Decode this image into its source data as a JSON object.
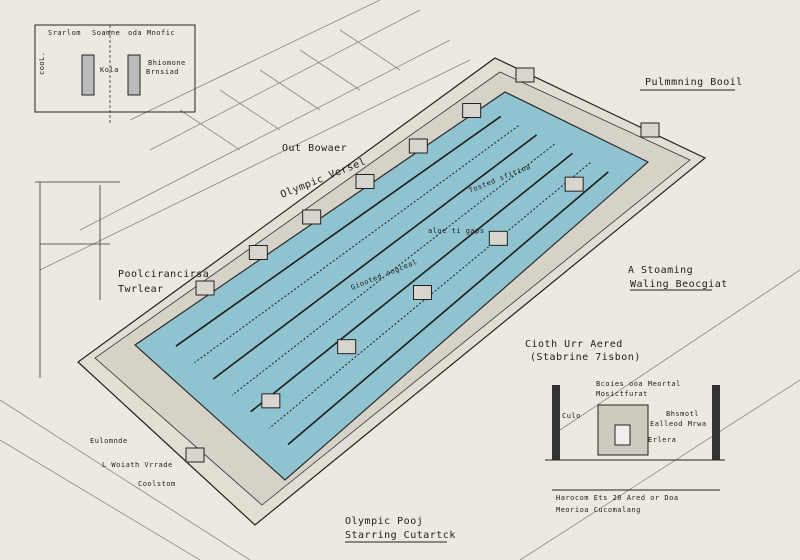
{
  "colors": {
    "paper": "#ece9e1",
    "water": "#8fc3cf",
    "water_dark": "#5aa6bd",
    "ink": "#1d1d1d"
  },
  "detail_top_left": {
    "title_left": "Srarlom",
    "title_mid": "Soamne",
    "title_right": "oda Mnofic",
    "center_label": "Kola",
    "side_label_1": "Bhiomone",
    "side_label_2": "Brnsiad",
    "dimension": "cooL."
  },
  "labels": {
    "pumping_pool": "Pulmmning Booil",
    "out_bowder": "Out Bowaer",
    "olympic_vessel": "Olympic Versel",
    "pool_label_1": "Poolcirancirsa",
    "pool_label_2": "Twrlear",
    "starting_1": "A Stoaming",
    "starting_2": "Waling Beocgiat",
    "cloth_1": "Cioth Urr Aered",
    "cloth_2": "(Stabrine 7isbon)",
    "bottom_left_1": "Eulomnde",
    "bottom_left_2": "L Woiath Vrrade",
    "bottom_left_3": "Coolstom",
    "bottom_1": "Olympic Pooj",
    "bottom_2": "Starring Cutartck",
    "lane_text_1": "Tosted sfitioa",
    "lane_text_2": "aloe ti gaps",
    "lane_text_3": "Giooted sogceal"
  },
  "detail_bottom_right": {
    "title_1": "Bcoies ooa Meortal",
    "title_2": "Mosictfurat",
    "left_label": "Culo",
    "right_label_1": "Bhsmotl",
    "right_label_2": "Ealleod Mrwa",
    "right_label_3": "Erlera",
    "caption_1": "Harocom Ets 20 Ared or Doa",
    "caption_2": "Meorioa Cucomalang"
  }
}
